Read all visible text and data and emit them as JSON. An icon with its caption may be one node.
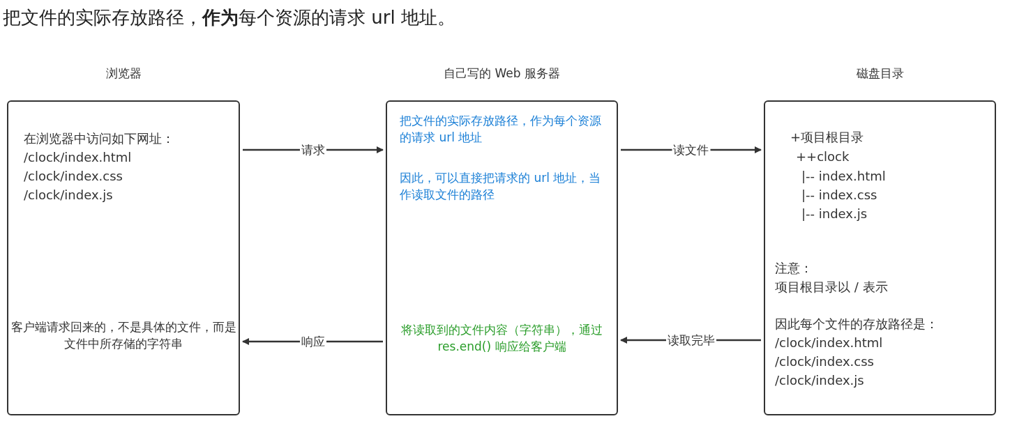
{
  "diagram": {
    "title": "把文件的实际存放路径，**作为**每个资源的请求 url 地址。",
    "nodes": [
      {
        "text": [
          "浏览器",
          "在浏览器中访问如下网址：",
          "/clock/index.html",
          "/clock/index.css",
          "/clock/index.js",
          "客户端请求回来的，不是具体的文件，而是文件中所存储的字符串"
        ]
      },
      {
        "text": [
          "自己写的 Web 服务器",
          "把文件的实际存放路径，作为每个资源的请求 url 地址",
          "因此，可以直接把请求的 url 地址，当作读取文件的路径",
          "将读取到的文件内容（字符串），通过 res.end() 响应给客户端"
        ]
      },
      {
        "text": [
          "磁盘目录",
          "+项目根目录",
          "++clock",
          "|-- index.html",
          "|-- index.css",
          "|-- index.js",
          "注意：",
          "项目根目录以 / 表示",
          "因此每个文件的存放路径是：",
          "/clock/index.html",
          "/clock/index.css",
          "/clock/index.js"
        ]
      }
    ],
    "edges": [
      {
        "from": 0,
        "to": 1,
        "arrow": "to",
        "label": "请求"
      },
      {
        "from": 1,
        "to": 2,
        "arrow": "to",
        "label": "读文件"
      },
      {
        "from": 2,
        "to": 1,
        "arrow": "to",
        "label": "读取完毕"
      },
      {
        "from": 1,
        "to": 0,
        "arrow": "to",
        "label": "响应"
      }
    ]
  }
}
